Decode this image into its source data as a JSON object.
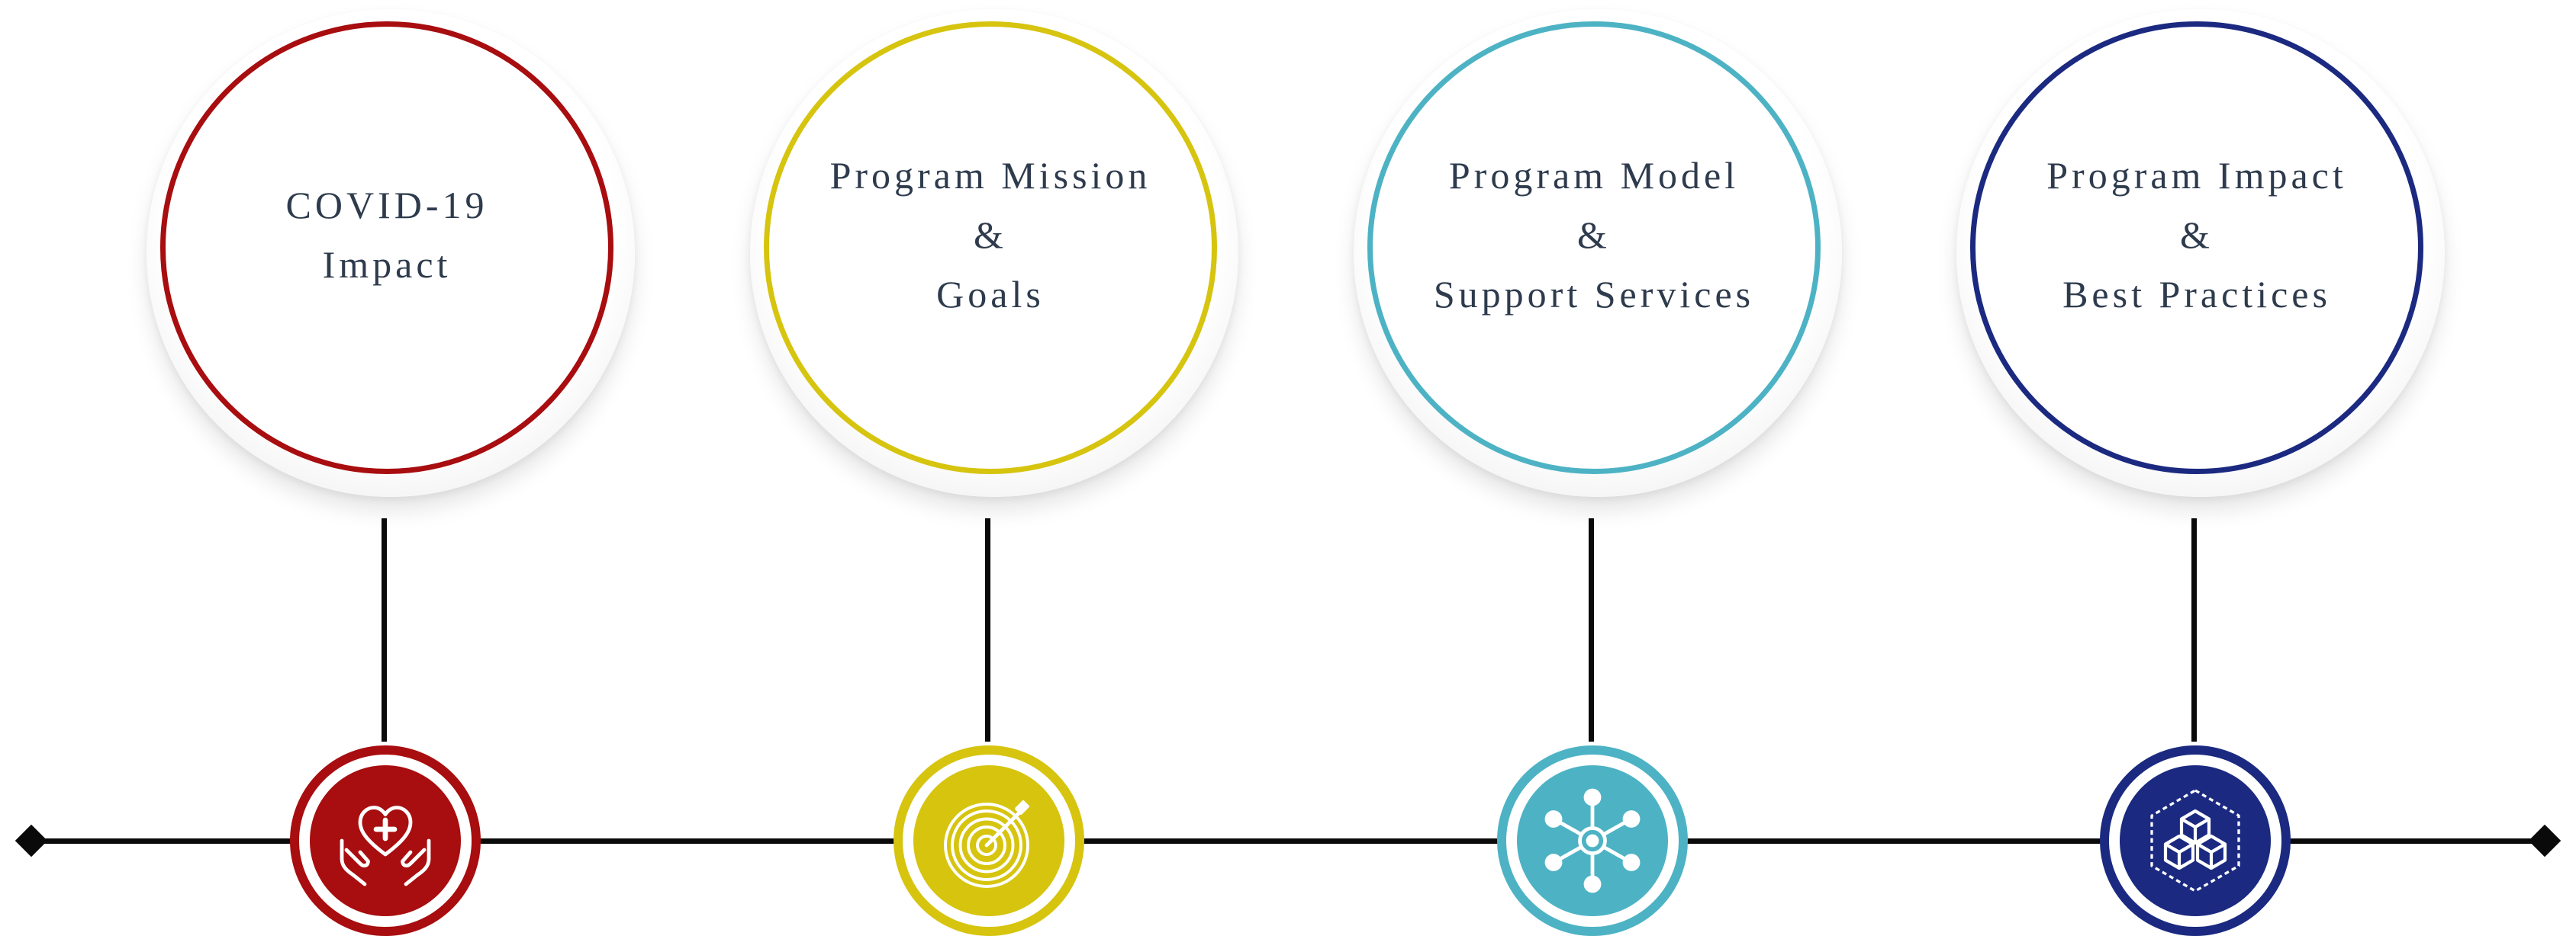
{
  "stages": [
    {
      "lines": [
        "COVID-19",
        "Impact"
      ],
      "icon": "heart-hands-icon",
      "color": "#a80d0f"
    },
    {
      "lines": [
        "Program Mission",
        "&",
        "Goals"
      ],
      "icon": "target-icon",
      "color": "#d6c40f"
    },
    {
      "lines": [
        "Program Model",
        "&",
        "Support Services"
      ],
      "icon": "network-hub-icon",
      "color": "#4db3c4"
    },
    {
      "lines": [
        "Program Impact",
        "&",
        "Best Practices"
      ],
      "icon": "cubes-icon",
      "color": "#1b2a80"
    }
  ]
}
